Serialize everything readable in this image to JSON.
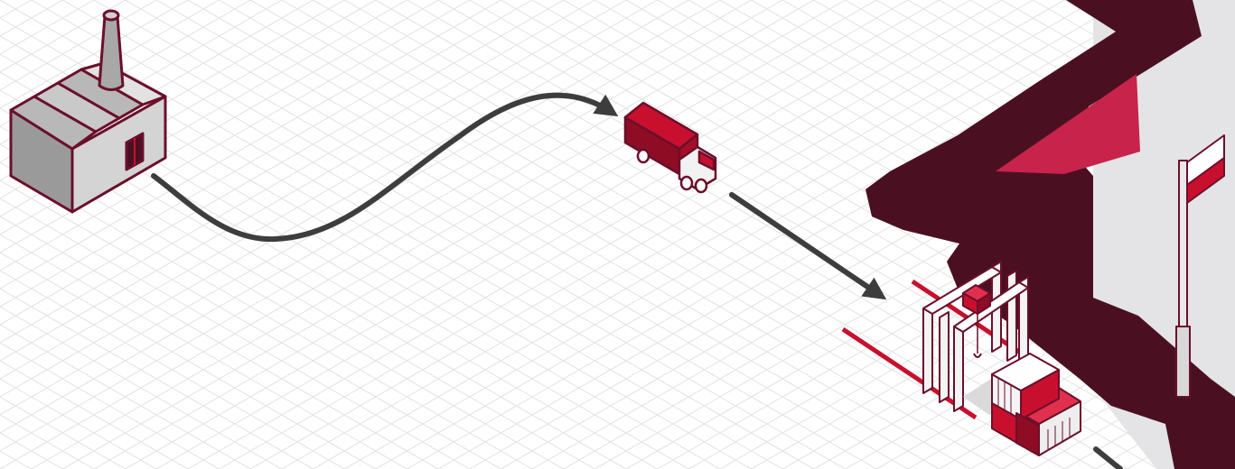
{
  "diagram": {
    "kind": "isometric supply-chain flow",
    "nodes": [
      {
        "id": "factory",
        "icon": "factory-icon"
      },
      {
        "id": "truck",
        "icon": "truck-icon"
      },
      {
        "id": "port",
        "icon": "gantry-crane-icon"
      },
      {
        "id": "containers",
        "icon": "shipping-containers-icon"
      },
      {
        "id": "flag",
        "icon": "flag-icon"
      }
    ],
    "edges": [
      {
        "from": "factory",
        "to": "truck",
        "style": "curved-arrow"
      },
      {
        "from": "truck",
        "to": "port",
        "style": "straight-arrow"
      },
      {
        "from": "port",
        "to": "offscreen",
        "style": "straight-line"
      }
    ]
  },
  "colors": {
    "background": "#ffffff",
    "grid": "#e2e2e2",
    "arrow": "#3d3d3d",
    "outline": "#6b0f2b",
    "crimson": "#c8102e",
    "crimson_dark": "#8e0c24",
    "land": "#4a1022",
    "land_accent": "#c8234a",
    "sea": "#e4e4e6",
    "gray_light": "#d8d8d8",
    "gray_mid": "#b4b4b4",
    "gray_dark": "#8c8c8c"
  }
}
